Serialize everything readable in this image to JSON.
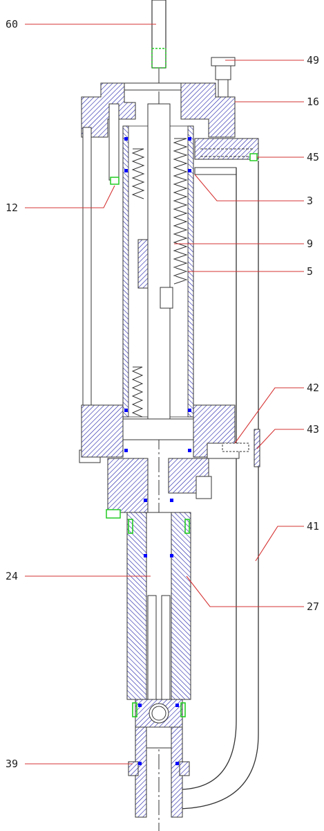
{
  "labels_left": [
    {
      "id": "60",
      "text": "60"
    },
    {
      "id": "12",
      "text": "12"
    },
    {
      "id": "24",
      "text": "24"
    },
    {
      "id": "39",
      "text": "39"
    }
  ],
  "labels_right": [
    {
      "id": "49",
      "text": "49"
    },
    {
      "id": "16",
      "text": "16"
    },
    {
      "id": "45",
      "text": "45"
    },
    {
      "id": "3",
      "text": "3"
    },
    {
      "id": "9",
      "text": "9"
    },
    {
      "id": "5",
      "text": "5"
    },
    {
      "id": "42",
      "text": "42"
    },
    {
      "id": "43",
      "text": "43"
    },
    {
      "id": "41",
      "text": "41"
    },
    {
      "id": "27",
      "text": "27"
    }
  ],
  "colors": {
    "leader": "#d63333",
    "hatch": "#1a1aa8",
    "outline": "#333333",
    "seal": "#0000ff",
    "fitting": "#22cc22",
    "background": "#ffffff"
  }
}
